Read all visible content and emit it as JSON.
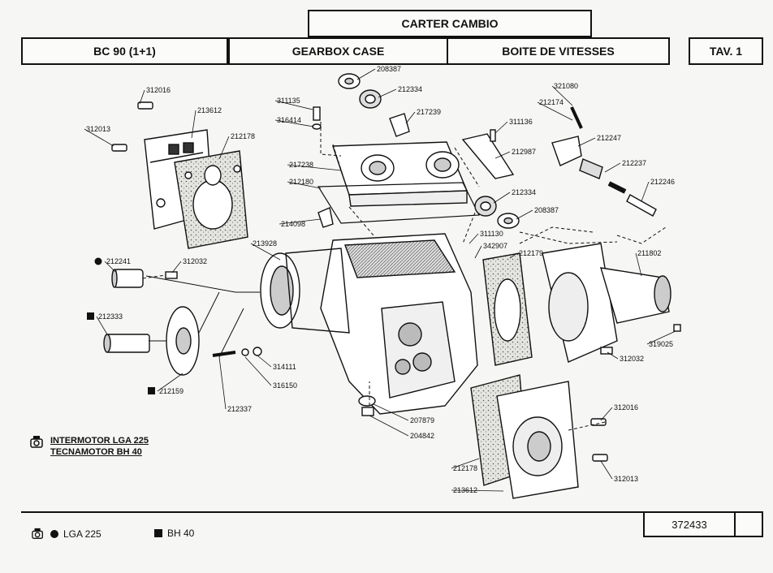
{
  "header": {
    "title": "CARTER CAMBIO",
    "model": "BC 90 (1+1)",
    "title_en": "GEARBOX CASE",
    "title_fr": "BOITE DE VITESSES",
    "table": "TAV. 1"
  },
  "parts": [
    {
      "id": "p1",
      "code": "312016"
    },
    {
      "id": "p2",
      "code": "213612"
    },
    {
      "id": "p3",
      "code": "312013"
    },
    {
      "id": "p4",
      "code": "212178"
    },
    {
      "id": "p5",
      "code": "208387"
    },
    {
      "id": "p6",
      "code": "212334"
    },
    {
      "id": "p7",
      "code": "311135"
    },
    {
      "id": "p8",
      "code": "217239"
    },
    {
      "id": "p9",
      "code": "316414"
    },
    {
      "id": "p10",
      "code": "311136"
    },
    {
      "id": "p11",
      "code": "212987"
    },
    {
      "id": "p12",
      "code": "217238"
    },
    {
      "id": "p13",
      "code": "212180"
    },
    {
      "id": "p14",
      "code": "212334"
    },
    {
      "id": "p15",
      "code": "208387"
    },
    {
      "id": "p16",
      "code": "214098"
    },
    {
      "id": "p17",
      "code": "321080"
    },
    {
      "id": "p18",
      "code": "212174"
    },
    {
      "id": "p19",
      "code": "212247"
    },
    {
      "id": "p20",
      "code": "212237"
    },
    {
      "id": "p21",
      "code": "212246"
    },
    {
      "id": "p22",
      "code": "311130"
    },
    {
      "id": "p23",
      "code": "342907"
    },
    {
      "id": "p24",
      "code": "213928"
    },
    {
      "id": "p25",
      "code": "212241",
      "marker": "dot"
    },
    {
      "id": "p26",
      "code": "312032"
    },
    {
      "id": "p27",
      "code": "212179"
    },
    {
      "id": "p28",
      "code": "211802"
    },
    {
      "id": "p29",
      "code": "212333",
      "marker": "square"
    },
    {
      "id": "p30",
      "code": "314111"
    },
    {
      "id": "p31",
      "code": "316150"
    },
    {
      "id": "p32",
      "code": "212159",
      "marker": "square"
    },
    {
      "id": "p33",
      "code": "212337"
    },
    {
      "id": "p34",
      "code": "319025"
    },
    {
      "id": "p35",
      "code": "312032"
    },
    {
      "id": "p36",
      "code": "312016"
    },
    {
      "id": "p37",
      "code": "207879"
    },
    {
      "id": "p38",
      "code": "204842"
    },
    {
      "id": "p39",
      "code": "212178"
    },
    {
      "id": "p40",
      "code": "312013"
    },
    {
      "id": "p41",
      "code": "213612"
    }
  ],
  "legend": {
    "line1": "INTERMOTOR LGA 225",
    "line2": "TECNAMOTOR BH 40",
    "icon": "engine-icon"
  },
  "footer": {
    "dot_label": "LGA 225",
    "square_label": "BH 40",
    "page_code": "372433"
  }
}
